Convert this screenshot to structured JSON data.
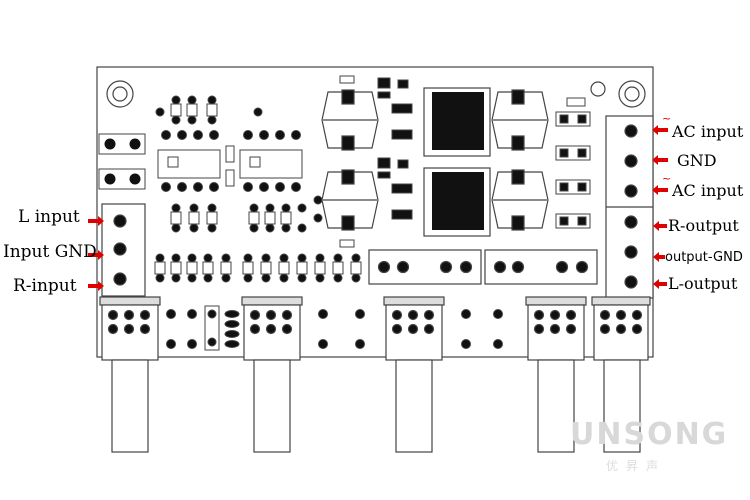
{
  "labels_left": {
    "l_input": "L input",
    "input_gnd": "Input GND",
    "r_input": "R-input"
  },
  "labels_right": {
    "ac_input_top": "AC input",
    "gnd": "GND",
    "ac_input_bottom": "AC input",
    "r_output": "R-output",
    "output_gnd": "output-GND",
    "l_output": "L-output"
  },
  "ac_marks": {
    "top": "~",
    "bottom": "~"
  },
  "watermark": {
    "brand": "UNSONG",
    "chinese": "优昇声"
  },
  "colors": {
    "board_line": "#333333",
    "pad": "#111111",
    "arrow": "#e00000",
    "label": "#000000"
  }
}
